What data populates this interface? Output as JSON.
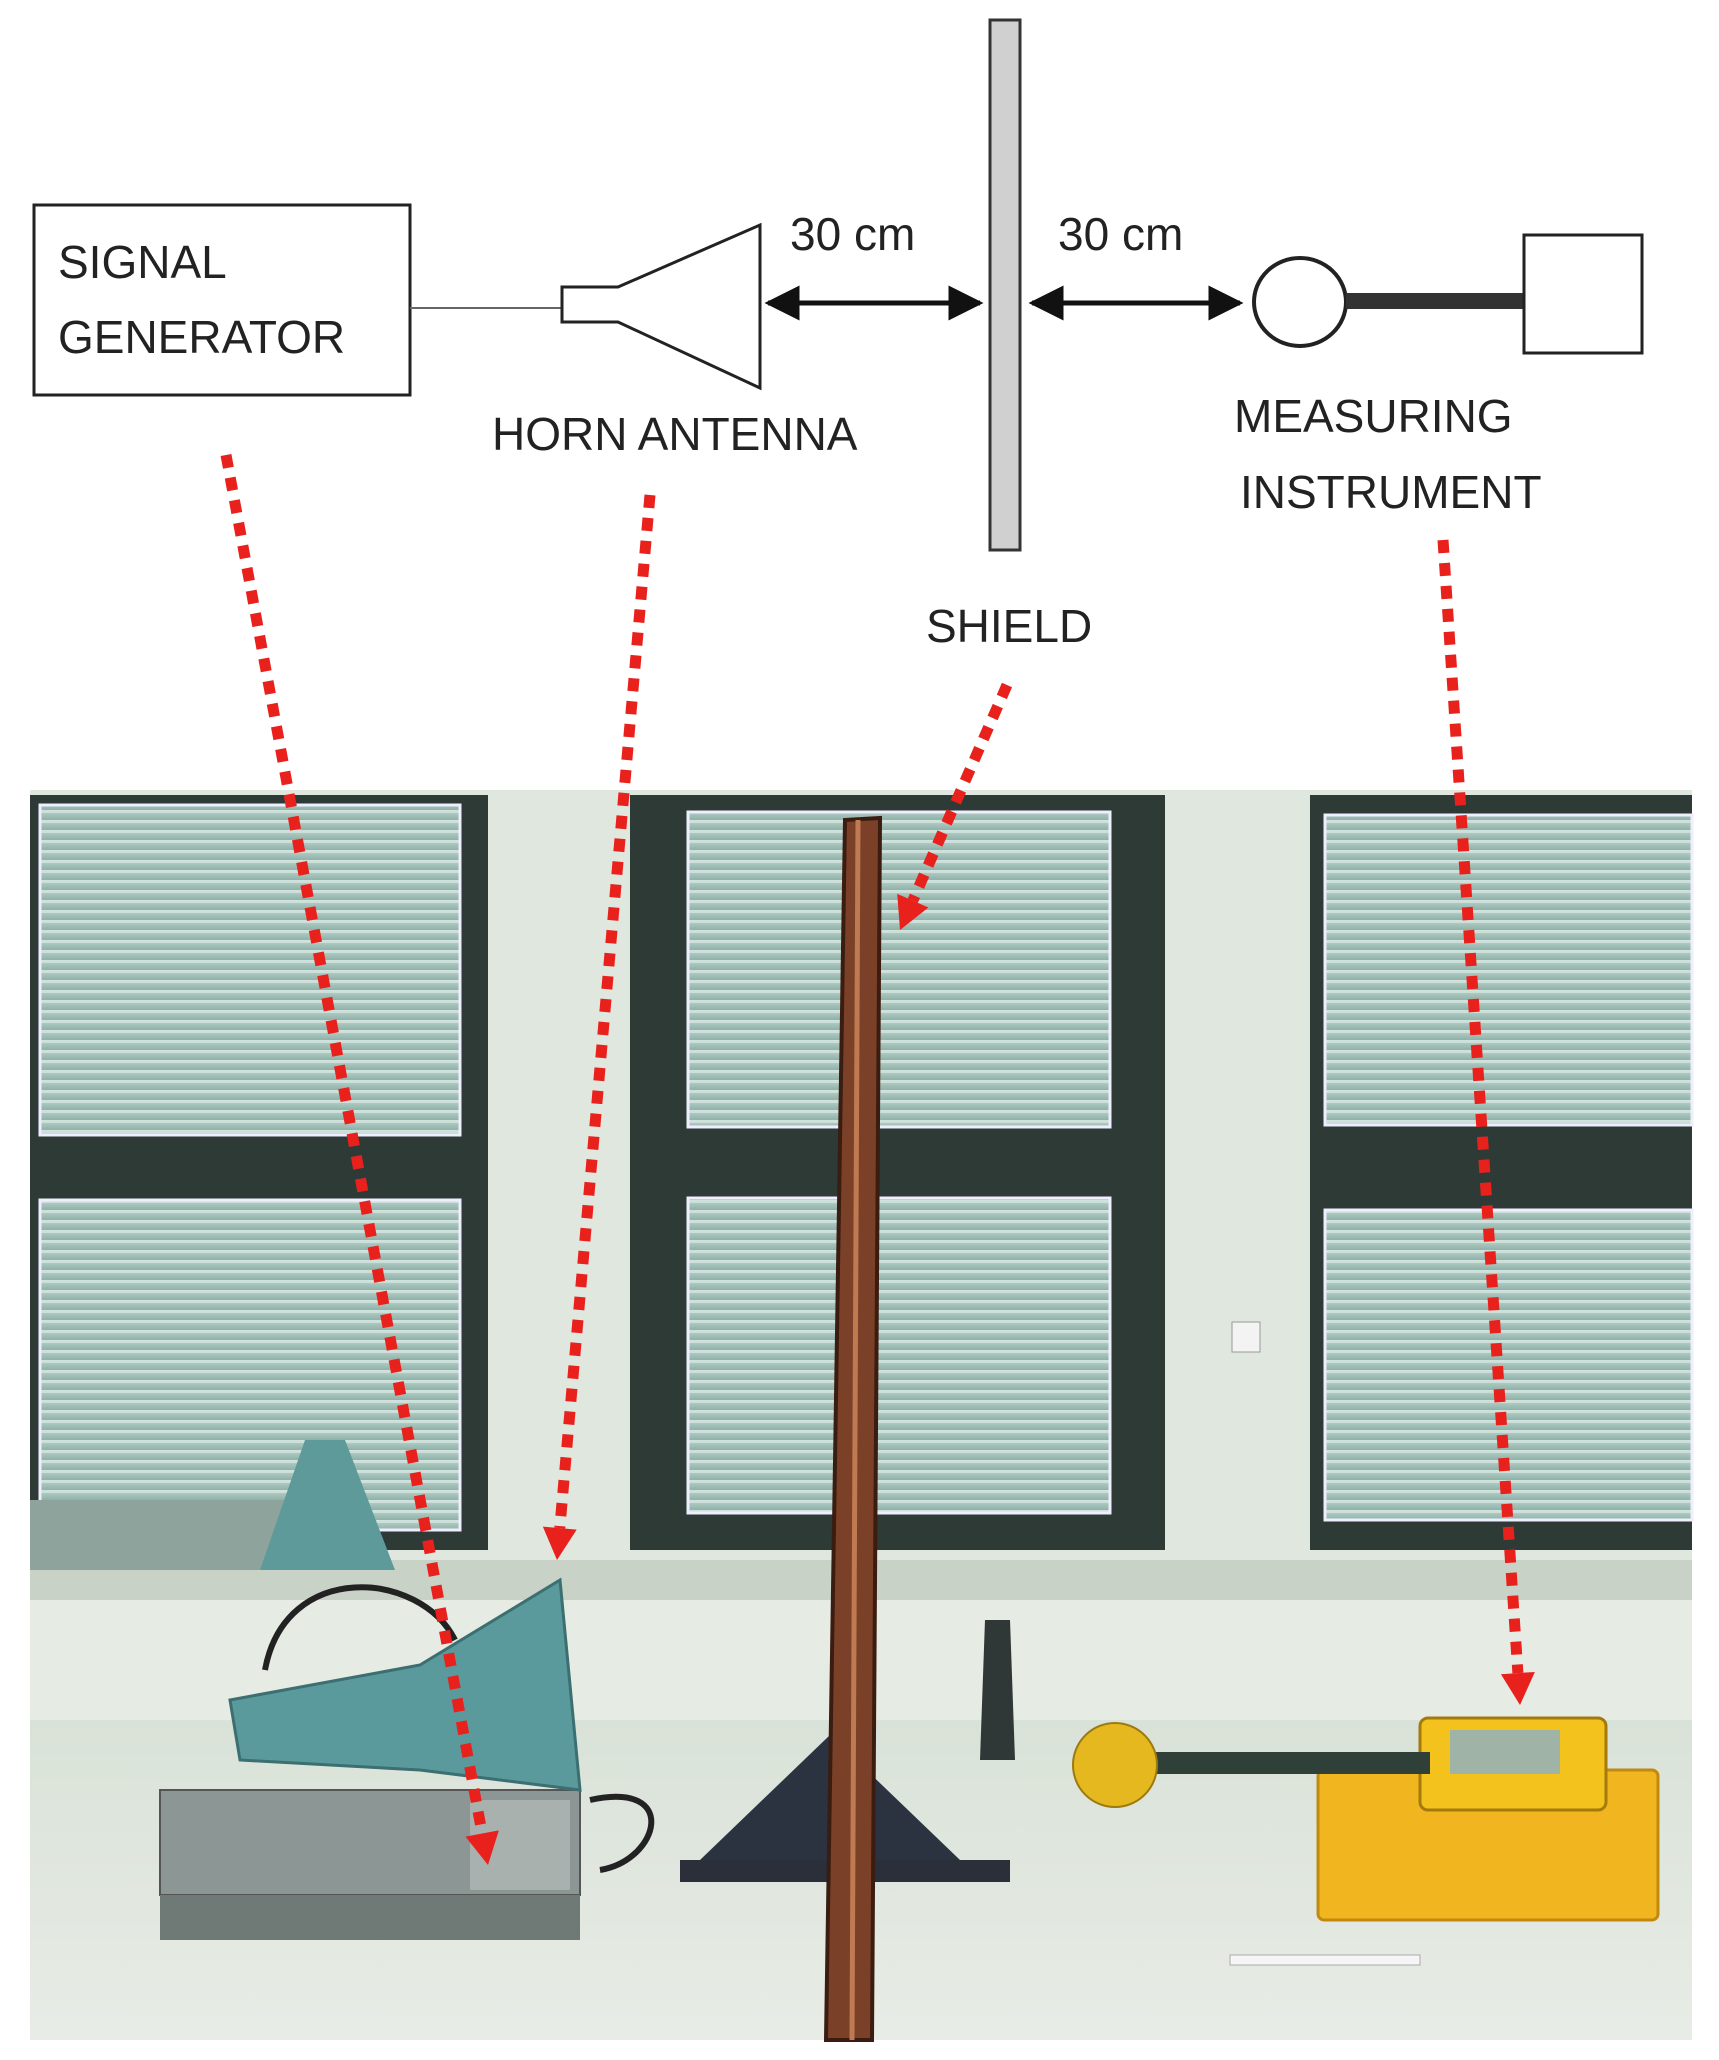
{
  "diagram": {
    "signal_generator": {
      "line1": "SIGNAL",
      "line2": "GENERATOR"
    },
    "horn_antenna": "HORN ANTENNA",
    "distance_left": "30 cm",
    "distance_right": "30 cm",
    "shield": "SHIELD",
    "measuring_instrument": {
      "line1": "MEASURING",
      "line2": "INSTRUMENT"
    }
  },
  "photo": {
    "pointer_color": "#e8211d"
  }
}
